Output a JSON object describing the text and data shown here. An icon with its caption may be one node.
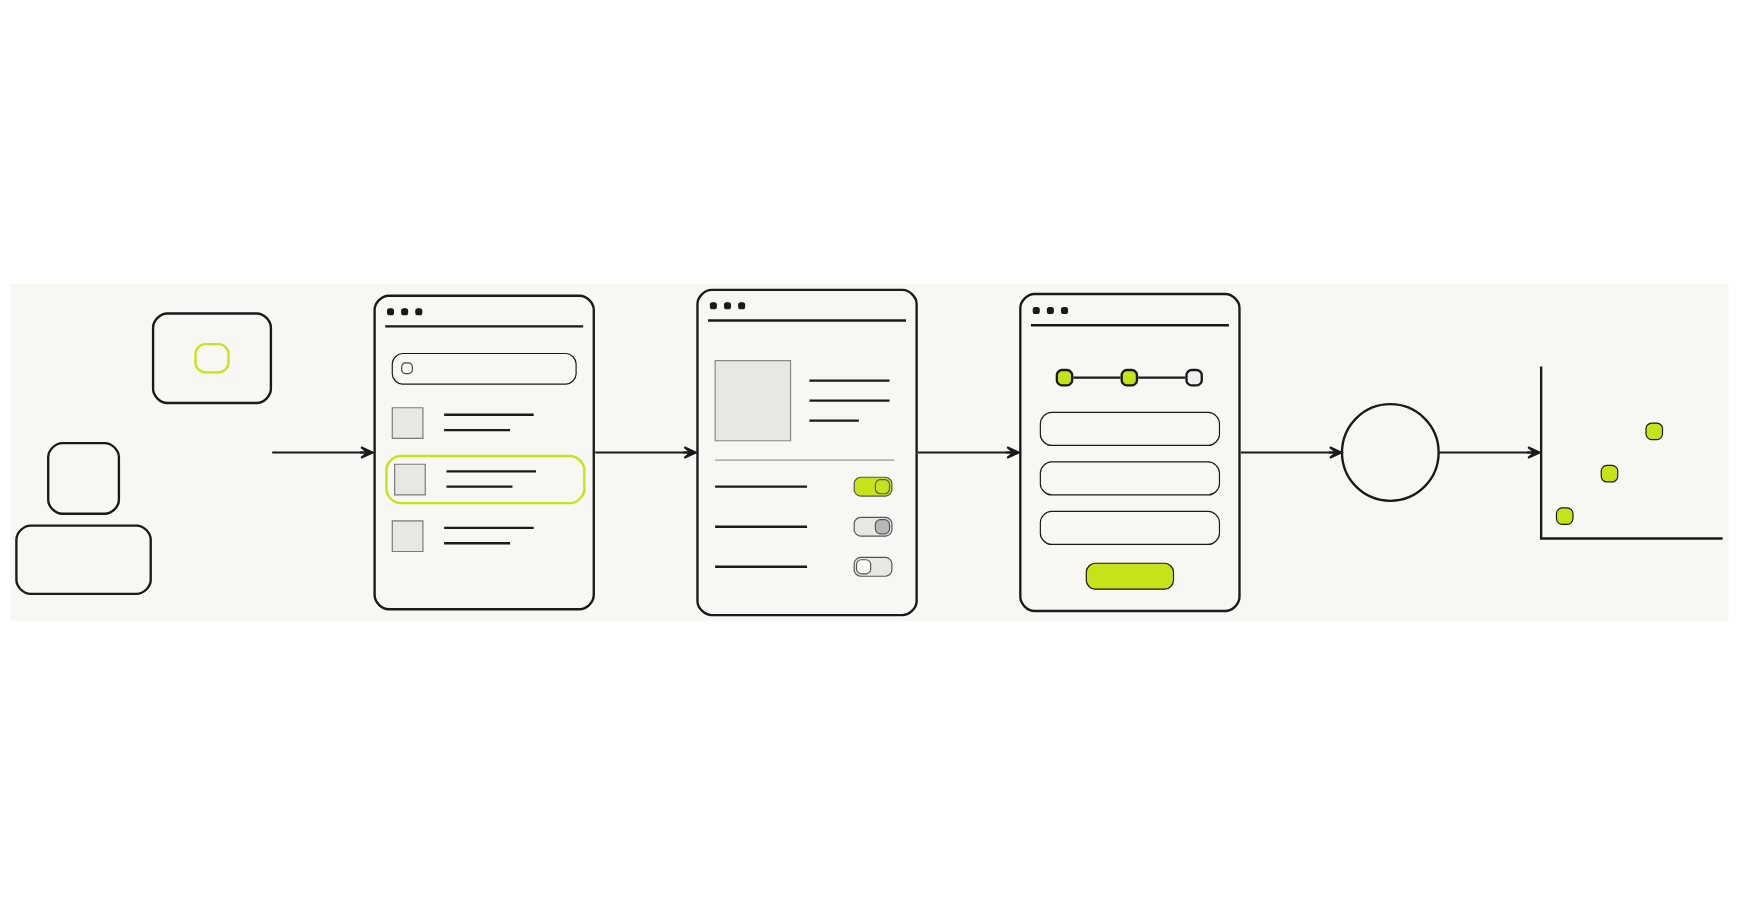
{
  "diagram": {
    "nodes": [
      {
        "text": [],
        "shape": "person"
      },
      {
        "text": [],
        "shape": "picture"
      },
      {
        "text": [],
        "shape": "picture"
      },
      {
        "text": [],
        "shape": "picture"
      },
      {
        "text": [],
        "shape": "circle"
      },
      {
        "text": [],
        "shape": "picture"
      }
    ],
    "edges": [
      {
        "from": 0,
        "to": 1,
        "arrow": "to"
      },
      {
        "from": 1,
        "to": 2,
        "arrow": "to"
      },
      {
        "from": 2,
        "to": 3,
        "arrow": "to"
      },
      {
        "from": 3,
        "to": 4,
        "arrow": "to"
      },
      {
        "from": 4,
        "to": 5,
        "arrow": "to"
      }
    ]
  }
}
